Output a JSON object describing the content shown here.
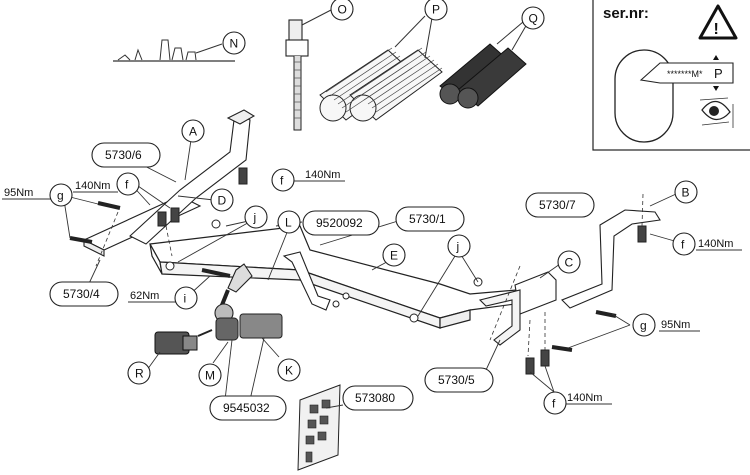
{
  "inset": {
    "title": "ser.nr:",
    "plate_text": "*******M*",
    "plate_letter": "P",
    "warning_glyph": "!"
  },
  "callouts": {
    "O": "O",
    "P": "P",
    "Q": "Q",
    "N": "N",
    "A": "A",
    "B": "B",
    "C": "C",
    "D": "D",
    "E": "E",
    "K": "K",
    "L": "L",
    "M": "M",
    "R": "R",
    "f1": "f",
    "f2": "f",
    "f3": "f",
    "f4": "f",
    "g1": "g",
    "g2": "g",
    "i": "i",
    "j1": "j",
    "j2": "j"
  },
  "part_numbers": {
    "p5730_6": "5730/6",
    "p5730_1": "5730/1",
    "p5730_7": "5730/7",
    "p5730_4": "5730/4",
    "p5730_5": "5730/5",
    "p9520092": "9520092",
    "p9545032": "9545032",
    "p573080": "573080"
  },
  "torques": {
    "t_f_top": "140Nm",
    "t_f_left": "140Nm",
    "t_g_left": "95Nm",
    "t_i": "62Nm",
    "t_f_right": "140Nm",
    "t_g_right": "95Nm",
    "t_f_bottom": "140Nm"
  }
}
